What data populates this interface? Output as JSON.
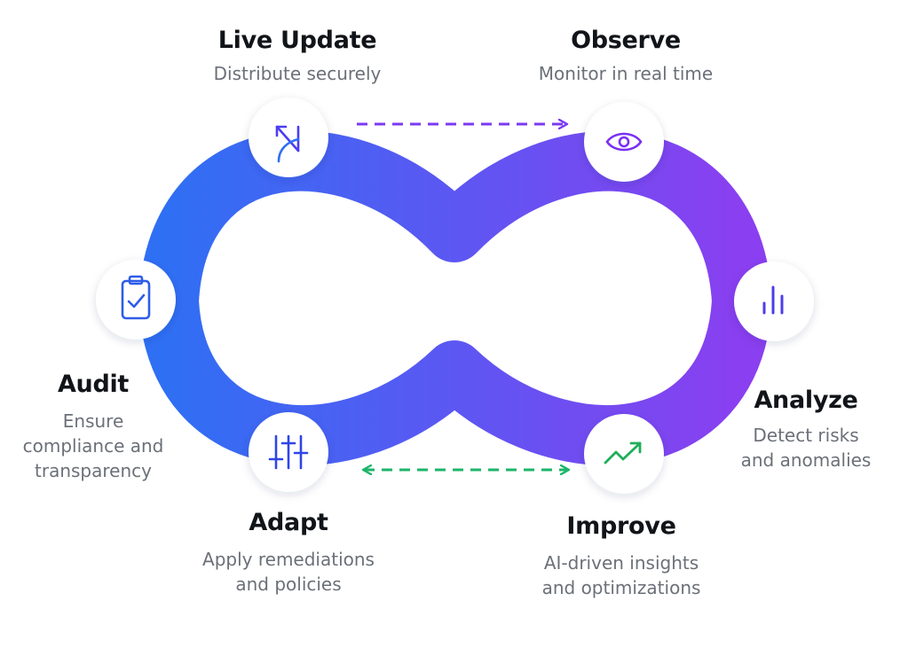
{
  "stages": {
    "live_update": {
      "title": "Live Update",
      "desc": "Distribute securely",
      "icon": "branch-arrow-icon",
      "icon_color": "#4b3df2"
    },
    "observe": {
      "title": "Observe",
      "desc": "Monitor in real time",
      "icon": "eye-icon",
      "icon_color": "#7b2ff2"
    },
    "analyze": {
      "title": "Analyze",
      "desc_line1": "Detect risks",
      "desc_line2": "and anomalies",
      "icon": "bar-chart-icon",
      "icon_color": "#4d3de8"
    },
    "improve": {
      "title": "Improve",
      "desc_line1": "AI-driven insights",
      "desc_line2": "and optimizations",
      "icon": "trend-up-icon",
      "icon_color": "#1fae5a"
    },
    "adapt": {
      "title": "Adapt",
      "desc_line1": "Apply remediations",
      "desc_line2": "and policies",
      "icon": "sliders-icon",
      "icon_color": "#2f45e8"
    },
    "audit": {
      "title": "Audit",
      "desc_line1": "Ensure",
      "desc_line2": "compliance and",
      "desc_line3": "transparency",
      "icon": "clipboard-check-icon",
      "icon_color": "#2f5de8"
    }
  },
  "colors": {
    "loop_blue": "#2f6ff4",
    "loop_purple": "#8a3ff0",
    "arrow_top": "#7b3af0",
    "arrow_bottom": "#1db56a",
    "title_text": "#111418",
    "desc_text": "#6b7078"
  },
  "arrows": {
    "top": {
      "style": "dashed",
      "direction": "right"
    },
    "bottom": {
      "style": "dashed",
      "direction": "both"
    }
  }
}
